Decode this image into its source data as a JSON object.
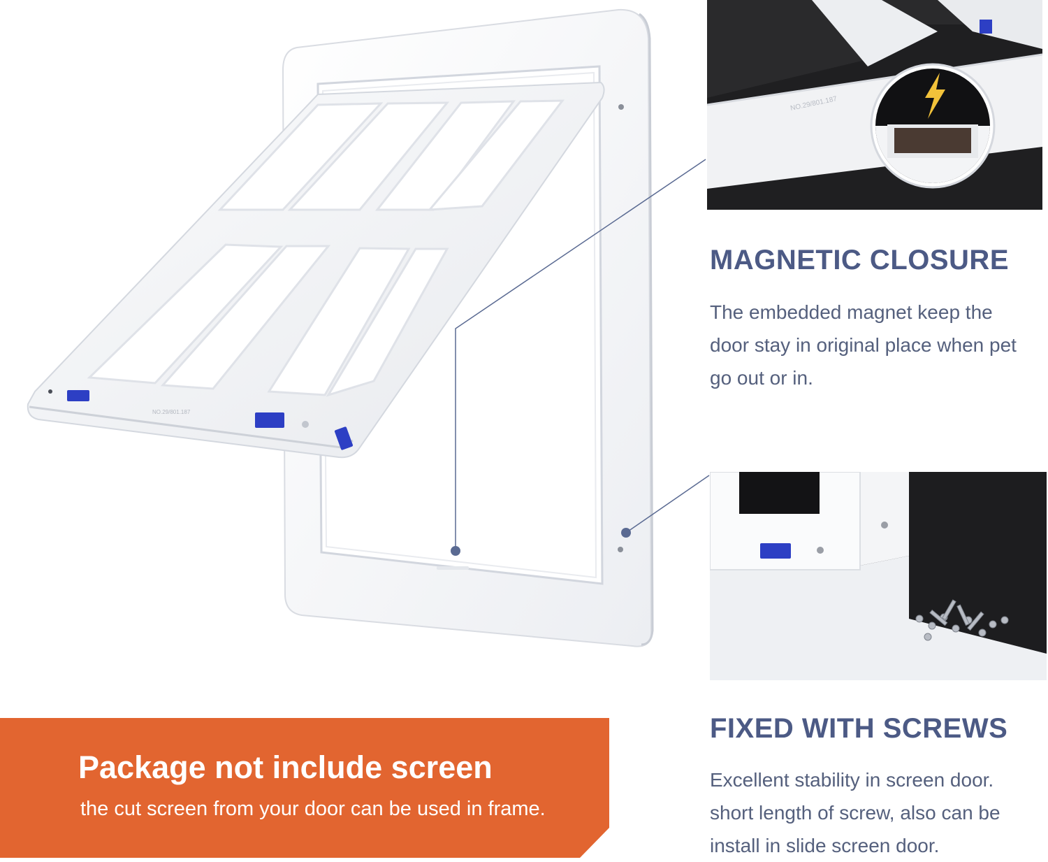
{
  "magnetic": {
    "title": "MAGNETIC CLOSURE",
    "lines": [
      "The embedded magnet keep the",
      "door stay in original place when pet",
      "go out or in."
    ]
  },
  "screws": {
    "title": "FIXED WITH SCREWS",
    "lines": [
      "Excellent stability in screen door.",
      "short length of screw, also can be",
      "install in slide screen door."
    ]
  },
  "banner": {
    "title": "Package not include screen",
    "subtitle": "the cut screen from your door can be used in frame."
  },
  "product": {
    "model_code": "NO.29/801.187",
    "flap_code": "NO.29/801.187"
  },
  "colors": {
    "heading": "#4c5a85",
    "text": "#55607d",
    "banner": "#e26530",
    "latch": "#2d3fc4",
    "callout": "#5a6a92"
  }
}
